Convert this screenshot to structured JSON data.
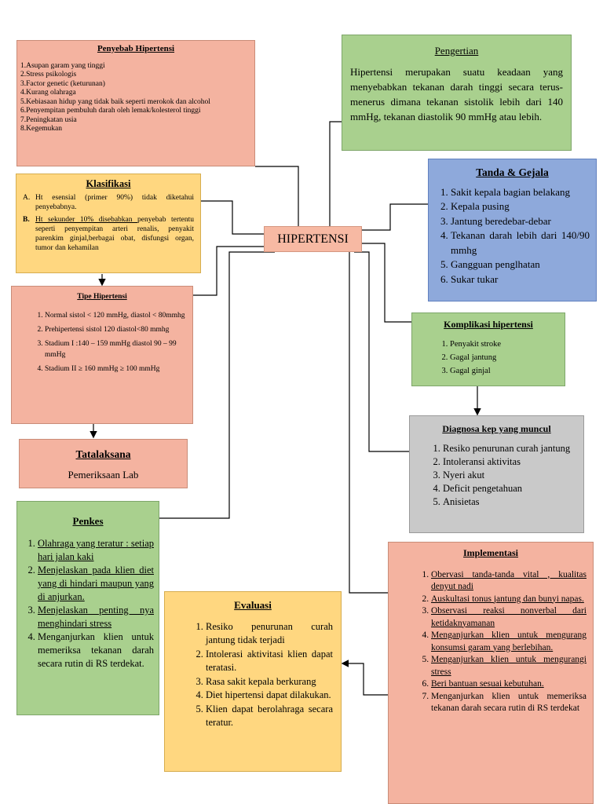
{
  "center": {
    "label": "HIPERTENSI"
  },
  "penyebab": {
    "title": "Penyebab Hipertensi",
    "items": [
      "1.Asupan garam yang tinggi",
      "2.Stress psikologis",
      "3.Factor genetic (keturunan)",
      "4.Kurang olahraga",
      "5.Kebiasaan hidup yang tidak baik seperti merokok dan alcohol",
      "6.Penyempitan pembuluh darah oleh lemak/kolesterol tinggi",
      "7.Peningkatan usia",
      "8.Kegemukan"
    ]
  },
  "pengertian": {
    "title": "Pengertian",
    "text": "Hipertensi merupakan suatu keadaan yang menyebabkan tekanan darah tinggi secara terus-menerus dimana tekanan sistolik lebih dari 140 mmHg, tekanan diastolik 90 mmHg atau lebih."
  },
  "klasifikasi": {
    "title": "Klasifikasi",
    "item_a_marker": "A.",
    "item_a": "Ht esensial (primer 90%) tidak diketahui penyebabnya.",
    "item_b_marker": "B.",
    "item_b_underlined": "Ht sekunder 10% disebabkan ",
    "item_b_rest": "penyebab tertentu seperti penyempitan arteri renalis, penyakit parenkim ginjal,berbagai obat, disfungsi organ, tumor dan kehamilan"
  },
  "tanda": {
    "title": "Tanda & Gejala",
    "items": [
      "Sakit kepala bagian belakang",
      "Kepala pusing",
      "Jantung beredebar-debar",
      "Tekanan darah lebih dari 140/90 mmhg",
      "Gangguan penglhatan",
      "Sukar tukar"
    ]
  },
  "tipe": {
    "title": "Tipe Hipertensi",
    "items": [
      "Normal sistol < 120 mmHg, diastol < 80mmhg",
      "Prehipertensi sistol 120 diastol<80 mmhg",
      "Stadium I :140 – 159 mmHg diastol 90 – 99 mmHg",
      "Stadium II ≥ 160 mmHg ≥ 100 mmHg"
    ]
  },
  "komplikasi": {
    "title": "Komplikasi hipertensi",
    "items": [
      "Penyakit stroke",
      "Gagal jantung",
      "Gagal ginjal"
    ]
  },
  "tatalaksana": {
    "title": "Tatalaksana",
    "text": "Pemeriksaan Lab"
  },
  "diagnosa": {
    "title": "Diagnosa kep yang muncul",
    "items": [
      "Resiko penurunan curah jantung",
      "Intoleransi aktivitas",
      "Nyeri akut",
      "Deficit pengetahuan",
      "Anisietas"
    ]
  },
  "penkes": {
    "title": "Penkes",
    "items": [
      "Olahraga yang teratur : setiap hari jalan kaki",
      "Menjelaskan pada klien diet yang di hindari maupun yang di anjurkan.",
      "Menjelaskan penting nya menghindari stress",
      "Menganjurkan klien untuk memeriksa tekanan darah secara rutin di RS terdekat."
    ]
  },
  "evaluasi": {
    "title": "Evaluasi",
    "items": [
      "Resiko penurunan curah jantung tidak terjadi",
      "Intolerasi aktivitasi klien dapat teratasi.",
      "Rasa sakit kepala berkurang",
      "Diet hipertensi dapat dilakukan.",
      "Klien dapat berolahraga secara teratur."
    ]
  },
  "implementasi": {
    "title": "Implementasi",
    "items": [
      "Obervasi tanda-tanda vital , kualitas denyut nadi",
      "Auskultasi tonus jantung dan bunyi napas.",
      "Observasi reaksi nonverbal dari ketidaknyamanan",
      "Menganjurkan klien untuk mengurang konsumsi garam yang berlebihan.",
      "Menganjurkan klien untuk mengurangi stress",
      "Beri bantuan sesuai kebutuhan.",
      "Menganjurkan klien untuk memeriksa tekanan darah secara rutin di RS terdekat"
    ]
  }
}
